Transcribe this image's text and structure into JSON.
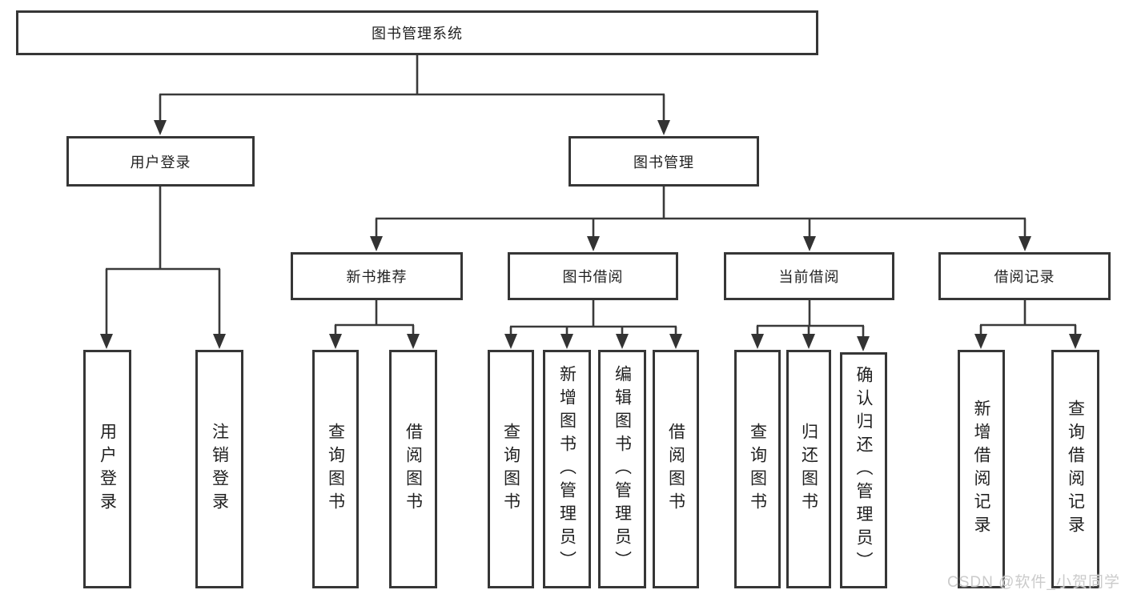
{
  "diagram_type": "hierarchy-tree",
  "tree": {
    "label": "图书管理系统",
    "children": [
      {
        "label": "用户登录",
        "children": [
          {
            "label": "用户登录"
          },
          {
            "label": "注销登录"
          }
        ]
      },
      {
        "label": "图书管理",
        "children": [
          {
            "label": "新书推荐",
            "children": [
              {
                "label": "查询图书"
              },
              {
                "label": "借阅图书"
              }
            ]
          },
          {
            "label": "图书借阅",
            "children": [
              {
                "label": "查询图书"
              },
              {
                "label": "新增图书（管理员）"
              },
              {
                "label": "编辑图书（管理员）"
              },
              {
                "label": "借阅图书"
              }
            ]
          },
          {
            "label": "当前借阅",
            "children": [
              {
                "label": "查询图书"
              },
              {
                "label": "归还图书"
              },
              {
                "label": "确认归还（管理员）"
              }
            ]
          },
          {
            "label": "借阅记录",
            "children": [
              {
                "label": "新增借阅记录"
              },
              {
                "label": "查询借阅记录"
              }
            ]
          }
        ]
      }
    ]
  },
  "watermark": "CSDN @软件_小贺同学",
  "colors": {
    "background": "#ffffff",
    "line": "#3a3a3a",
    "arrow": "#333333",
    "box_border": "#363636",
    "box_fill": "#ffffff",
    "text": "#212121",
    "watermark": "#cbcbcb"
  }
}
